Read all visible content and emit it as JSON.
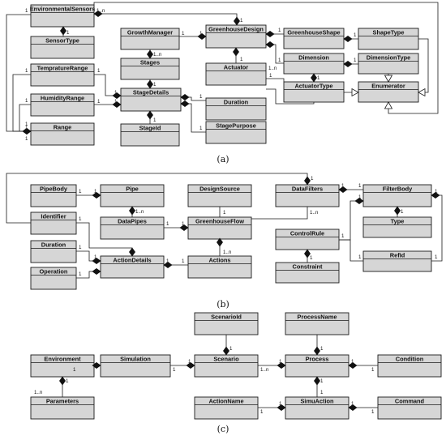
{
  "panels": [
    {
      "caption": "(a)",
      "classes": [
        "EnvironmentalSensors",
        "SensorType",
        "TempratureRange",
        "HumidityRange",
        "Range",
        "GrowthManager",
        "Stages",
        "StageDetails",
        "StageId",
        "GreenhouseDesign",
        "Actuator",
        "Duration",
        "StagePurpose",
        "GreenhouseShape",
        "ShapeType",
        "Dimension",
        "DimensionType",
        "ActuatorType",
        "Enumerator"
      ]
    },
    {
      "caption": "(b)",
      "classes": [
        "PipeBody",
        "Pipe",
        "DesignSource",
        "DataFilters",
        "FilterBody",
        "Identifier",
        "DataPipes",
        "GreenhouseFlow",
        "Type",
        "ControlRule",
        "Duration",
        "ActionDetails",
        "Actions",
        "Operation",
        "Constraint",
        "RefId"
      ]
    },
    {
      "caption": "(c)",
      "classes": [
        "ScenarioId",
        "ProcessName",
        "Environment",
        "Simulation",
        "Scenario",
        "Process",
        "Condition",
        "Parameters",
        "ActionName",
        "SimuAction",
        "Command"
      ]
    }
  ],
  "multiplicities": [
    "1",
    "1..n"
  ]
}
